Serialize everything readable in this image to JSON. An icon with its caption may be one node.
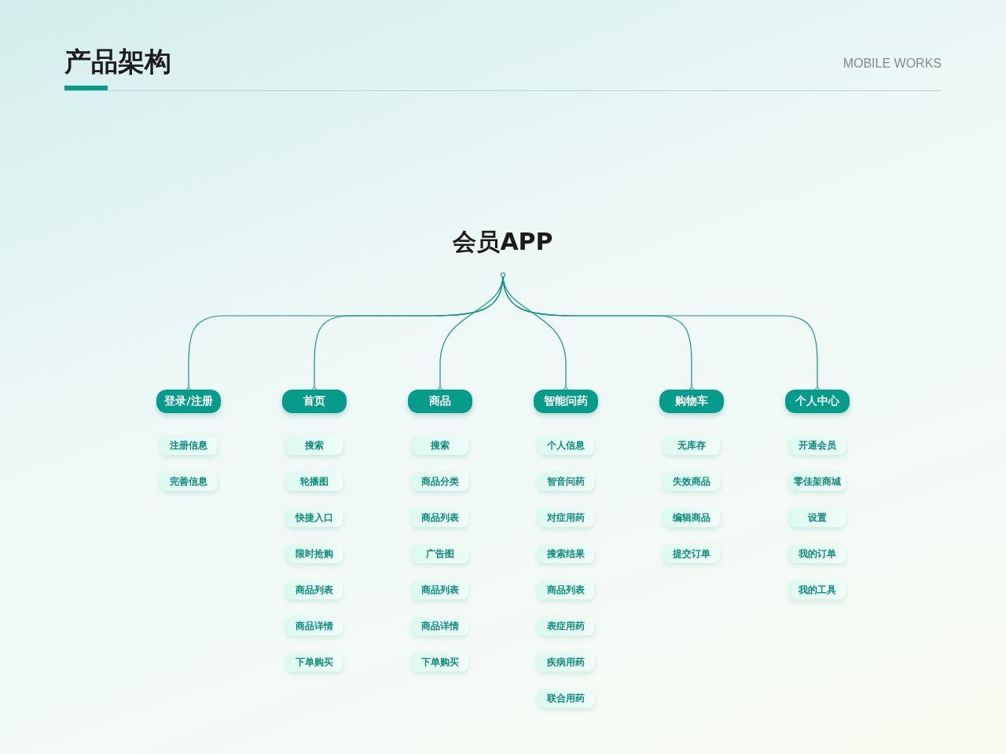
{
  "diagram": {
    "title": "产品架构",
    "nodes": [
      {
        "text": [
          "会员APP"
        ]
      },
      {
        "text": [
          "登录/注册"
        ]
      },
      {
        "text": [
          "首页"
        ]
      },
      {
        "text": [
          "商品"
        ]
      },
      {
        "text": [
          "智能问药"
        ]
      },
      {
        "text": [
          "购物车"
        ]
      },
      {
        "text": [
          "个人中心"
        ]
      },
      {
        "text": [
          "注册信息"
        ]
      },
      {
        "text": [
          "完善信息"
        ]
      },
      {
        "text": [
          "搜索"
        ]
      },
      {
        "text": [
          "轮播图"
        ]
      },
      {
        "text": [
          "快捷入口"
        ]
      },
      {
        "text": [
          "限时抢购"
        ]
      },
      {
        "text": [
          "商品列表"
        ]
      },
      {
        "text": [
          "商品详情"
        ]
      },
      {
        "text": [
          "下单购买"
        ]
      },
      {
        "text": [
          "搜索"
        ]
      },
      {
        "text": [
          "商品分类"
        ]
      },
      {
        "text": [
          "商品列表"
        ]
      },
      {
        "text": [
          "广告图"
        ]
      },
      {
        "text": [
          "商品列表"
        ]
      },
      {
        "text": [
          "商品详情"
        ]
      },
      {
        "text": [
          "下单购买"
        ]
      },
      {
        "text": [
          "个人信息"
        ]
      },
      {
        "text": [
          "智音问药"
        ]
      },
      {
        "text": [
          "对症用药"
        ]
      },
      {
        "text": [
          "搜索结果"
        ]
      },
      {
        "text": [
          "商品列表"
        ]
      },
      {
        "text": [
          "表症用药"
        ]
      },
      {
        "text": [
          "疾病用药"
        ]
      },
      {
        "text": [
          "联合用药"
        ]
      },
      {
        "text": [
          "无库存"
        ]
      },
      {
        "text": [
          "失效商品"
        ]
      },
      {
        "text": [
          "编辑商品"
        ]
      },
      {
        "text": [
          "提交订单"
        ]
      },
      {
        "text": [
          "开通会员"
        ]
      },
      {
        "text": [
          "零佳架商城"
        ]
      },
      {
        "text": [
          "设置"
        ]
      },
      {
        "text": [
          "我的订单"
        ]
      },
      {
        "text": [
          "我的工具"
        ]
      }
    ],
    "edges": [
      {
        "from": 0,
        "to": 1,
        "arrow": "other"
      },
      {
        "from": 0,
        "to": 2,
        "arrow": "other"
      },
      {
        "from": 0,
        "to": 3,
        "arrow": "other"
      },
      {
        "from": 0,
        "to": 4,
        "arrow": "other"
      },
      {
        "from": 0,
        "to": 5,
        "arrow": "other"
      },
      {
        "from": 0,
        "to": 6,
        "arrow": "other"
      }
    ],
    "labels": [
      "MOBILE WORKS"
    ]
  }
}
